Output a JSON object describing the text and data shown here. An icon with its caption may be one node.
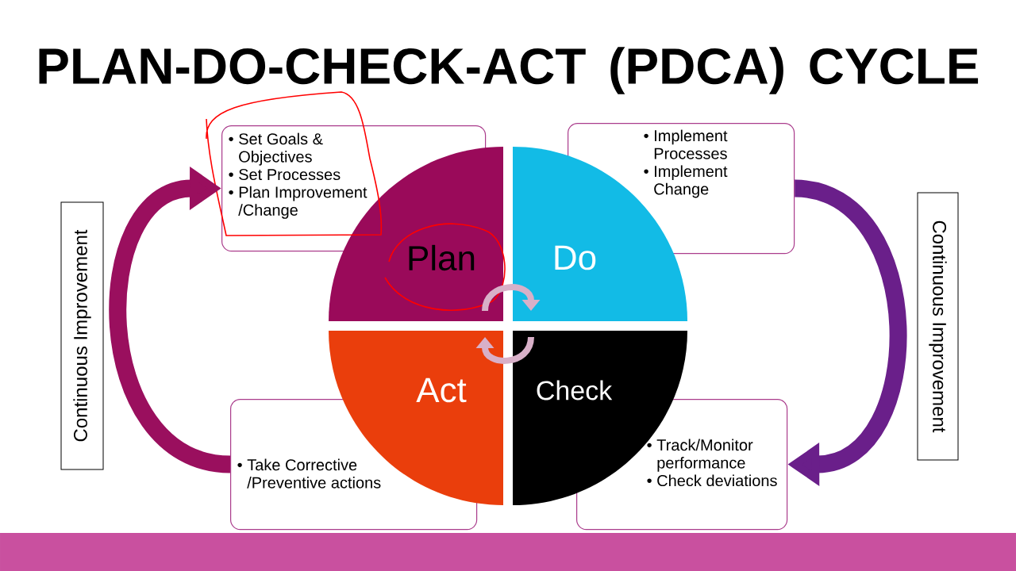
{
  "diagram": {
    "title": "PLAN-DO-CHECK-ACT (PDCA) CYCLE",
    "nodes": [
      {
        "text": [
          "Plan"
        ]
      },
      {
        "text": [
          "Do"
        ]
      },
      {
        "text": [
          "Check"
        ]
      },
      {
        "text": [
          "Act"
        ]
      },
      {
        "text": [
          "• Set Goals & Objectives",
          "• Set Processes",
          "• Plan Improvement /Change"
        ]
      },
      {
        "text": [
          "• Implement Processes",
          "• Implement Change"
        ]
      },
      {
        "text": [
          "• Track/Monitor performance",
          "• Check deviations"
        ]
      },
      {
        "text": [
          "• Take Corrective /Preventive actions"
        ]
      },
      {
        "text": [
          "Continuous Improvement"
        ]
      },
      {
        "text": [
          "Continuous Improvement"
        ]
      }
    ],
    "edges": [
      {
        "from": 0,
        "to": 1,
        "arrow": "to",
        "color": "#d8b0c8"
      },
      {
        "from": 2,
        "to": 3,
        "arrow": "to",
        "color": "#d8b0c8"
      },
      {
        "from": 7,
        "to": 4,
        "arrow": "to",
        "style": "thick",
        "color": "#9a0f5e"
      },
      {
        "from": 5,
        "to": 6,
        "arrow": "to",
        "style": "thick",
        "color": "#6a1f8a"
      }
    ]
  }
}
